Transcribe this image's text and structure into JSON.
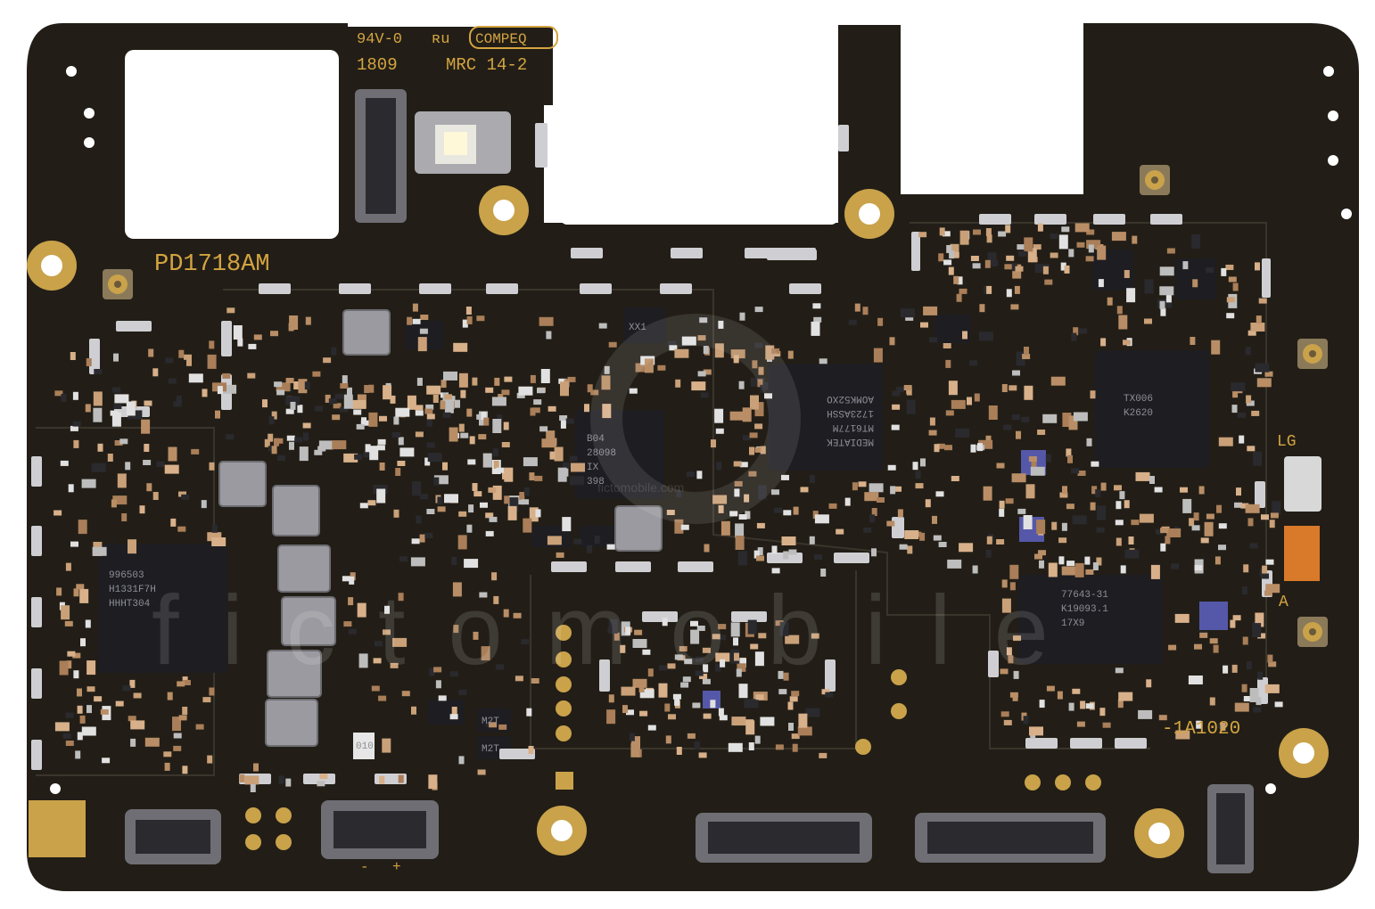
{
  "board": {
    "colors": {
      "substrate": "#221e17",
      "gold": "#c9a24a",
      "silkscreen": "#d4a441",
      "solder": "#c8c8c8",
      "chip": "#1d1d22"
    },
    "silkscreen": {
      "rating": "94V-0",
      "ul_mark": "ʀu",
      "maker": "COMPEQ",
      "date_code": "1809",
      "rev": "MRC 14-2",
      "model": "PD1718AM",
      "serial": "-1A1020",
      "lg": "LG",
      "a": "A",
      "minus": "-",
      "plus": "+"
    },
    "chips": {
      "mediatek": [
        "MEDIATEK",
        "MT6177M",
        "1723ASSH",
        "AOMK52XO"
      ],
      "pmic": [
        "996503",
        "H1331F7H",
        "HHHT304"
      ],
      "pa": [
        "77643-31",
        "K19093.1",
        "17X9"
      ],
      "qorvo": [
        "TX006",
        "K2620"
      ],
      "mid_left": [
        "B04",
        "28098",
        "IX",
        "398"
      ],
      "sm1": "M2T",
      "sm2": "M2T",
      "res": "010",
      "mid_small": "XX1"
    },
    "watermark": {
      "brand": "fictomobile",
      "domain": "fictomobile.com"
    }
  }
}
